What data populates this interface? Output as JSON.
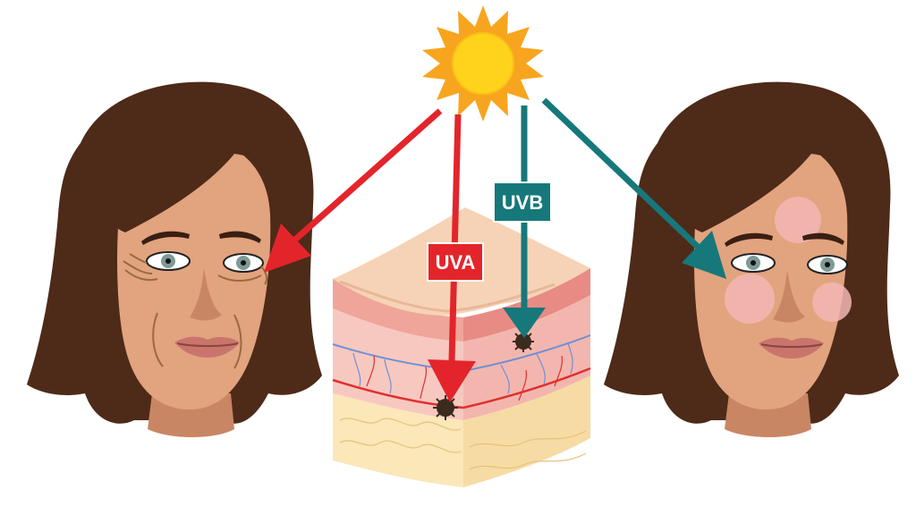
{
  "labels": {
    "uva": "UVA",
    "uvb": "UVB"
  },
  "colors": {
    "uva": "#e3252b",
    "uvb": "#16787a",
    "hair": "#4e2a19",
    "skin": "#e2a37f",
    "sun_core": "#ffd21c",
    "sun_rays": "#f7a51f"
  },
  "icons": {
    "sun": "sun-icon",
    "aged_face": "aged-face-wrinkles",
    "burned_face": "sunburned-face",
    "skin_block": "skin-cross-section"
  }
}
